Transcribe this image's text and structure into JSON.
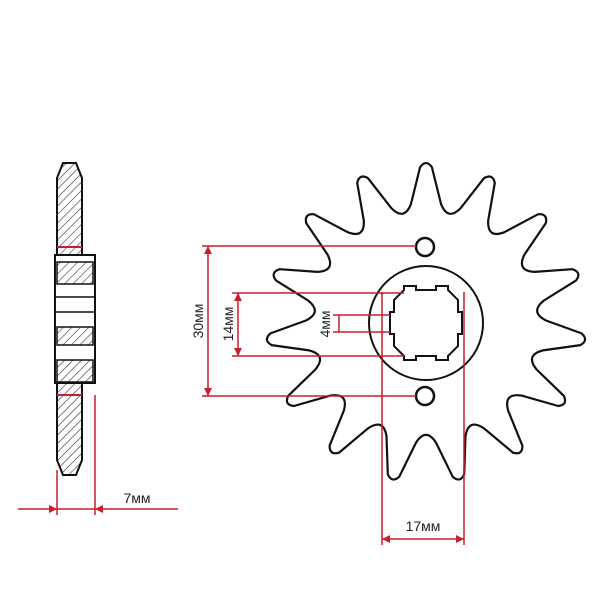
{
  "dimensions": {
    "thickness": "7мм",
    "hole_spacing": "30мм",
    "spline_width": "14мм",
    "key_width": "4мм",
    "bore": "17мм"
  },
  "sprocket": {
    "teeth": 15
  },
  "colors": {
    "outline": "#111111",
    "dimension": "#c81e2e",
    "hatch": "#333333",
    "background": "#ffffff"
  }
}
